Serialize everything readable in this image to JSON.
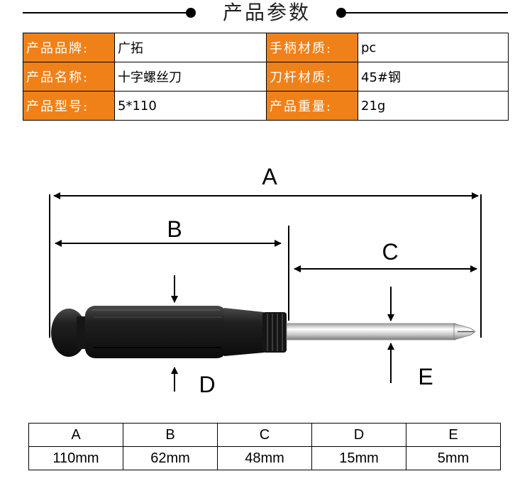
{
  "title": "产品参数",
  "specs": {
    "brand_label": "产品品牌:",
    "brand_value": "广拓",
    "handle_label": "手柄材质:",
    "handle_value": "pc",
    "name_label": "产品名称:",
    "name_value": "十字螺丝刀",
    "shaft_label": "刀杆材质:",
    "shaft_value": "45#钢",
    "model_label": "产品型号:",
    "model_value": "5*110",
    "weight_label": "产品重量:",
    "weight_value": "21g"
  },
  "diagram": {
    "label_a": "A",
    "label_b": "B",
    "label_c": "C",
    "label_d": "D",
    "label_e": "E"
  },
  "dims": {
    "headers": [
      "A",
      "B",
      "C",
      "D",
      "E"
    ],
    "values": [
      "110mm",
      "62mm",
      "48mm",
      "15mm",
      "5mm"
    ]
  },
  "colors": {
    "label_bg": "#f08118",
    "handle": "#1c1c1c",
    "shaft": "#c8c8c8"
  }
}
